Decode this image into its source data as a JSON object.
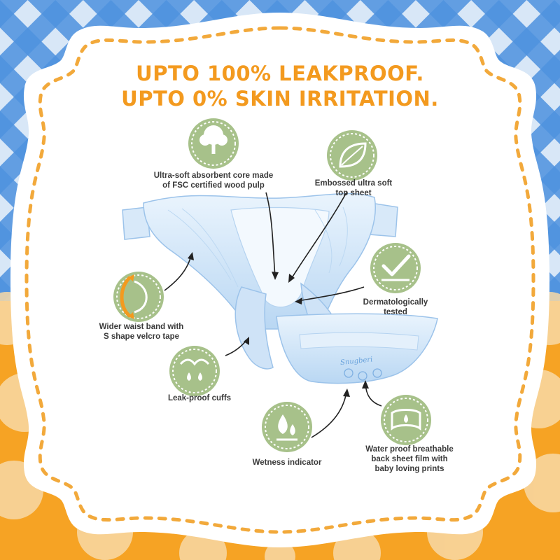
{
  "headline": {
    "line1": "UPTO 100% LEAKPROOF.",
    "line2": "UPTO 0% SKIN IRRITATION."
  },
  "features": [
    {
      "label": "Ultra-soft absorbent core made\nof FSC certified wood pulp",
      "icon": "tree-icon"
    },
    {
      "label": "Embossed ultra soft\ntop sheet",
      "icon": "leaf-icon"
    },
    {
      "label": "Dermatologically\ntested",
      "icon": "skin-check-icon"
    },
    {
      "label": "Wider waist band with\nS shape velcro tape",
      "icon": "waistband-icon"
    },
    {
      "label": "Leak-proof cuffs",
      "icon": "cuff-drops-icon"
    },
    {
      "label": "Wetness indicator",
      "icon": "wetness-drop-icon"
    },
    {
      "label": "Water proof breathable\nback sheet film with\nbaby loving prints",
      "icon": "waterproof-sheet-icon"
    }
  ],
  "product": {
    "brand": "Snugberi"
  },
  "colors": {
    "accent": "#f39a1f",
    "icon_circle": "#a7c18a",
    "check_blue": "#3a86d8",
    "check_light": "#a9c9ee",
    "card": "#ffffff",
    "dashes": "#f2a93b"
  }
}
